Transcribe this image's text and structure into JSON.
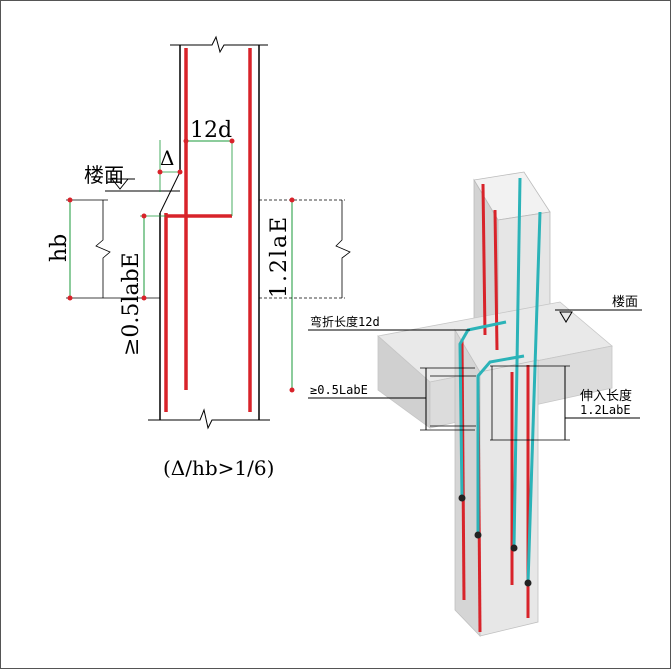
{
  "left_diagram": {
    "label_12d": "12d",
    "label_delta": "Δ",
    "label_floor": "楼面",
    "label_hb": "hb",
    "label_05labe": "≥0.5labE",
    "label_12lae": "1.2laE",
    "caption": "(Δ/hb>1/6)"
  },
  "right_diagram": {
    "label_floor": "楼面",
    "label_bend": "弯折长度12d",
    "label_05labe": "≥0.5LabE",
    "label_extend_title": "伸入长度",
    "label_extend_value": "1.2LabE"
  },
  "colors": {
    "rebar_red": "#d8232a",
    "rebar_teal": "#2bb3b8",
    "dim_green": "#1a9a3a",
    "line_black": "#000000",
    "concrete_light": "#e8e8e8",
    "concrete_mid": "#d6d6d6",
    "concrete_dark": "#c4c4c4"
  }
}
